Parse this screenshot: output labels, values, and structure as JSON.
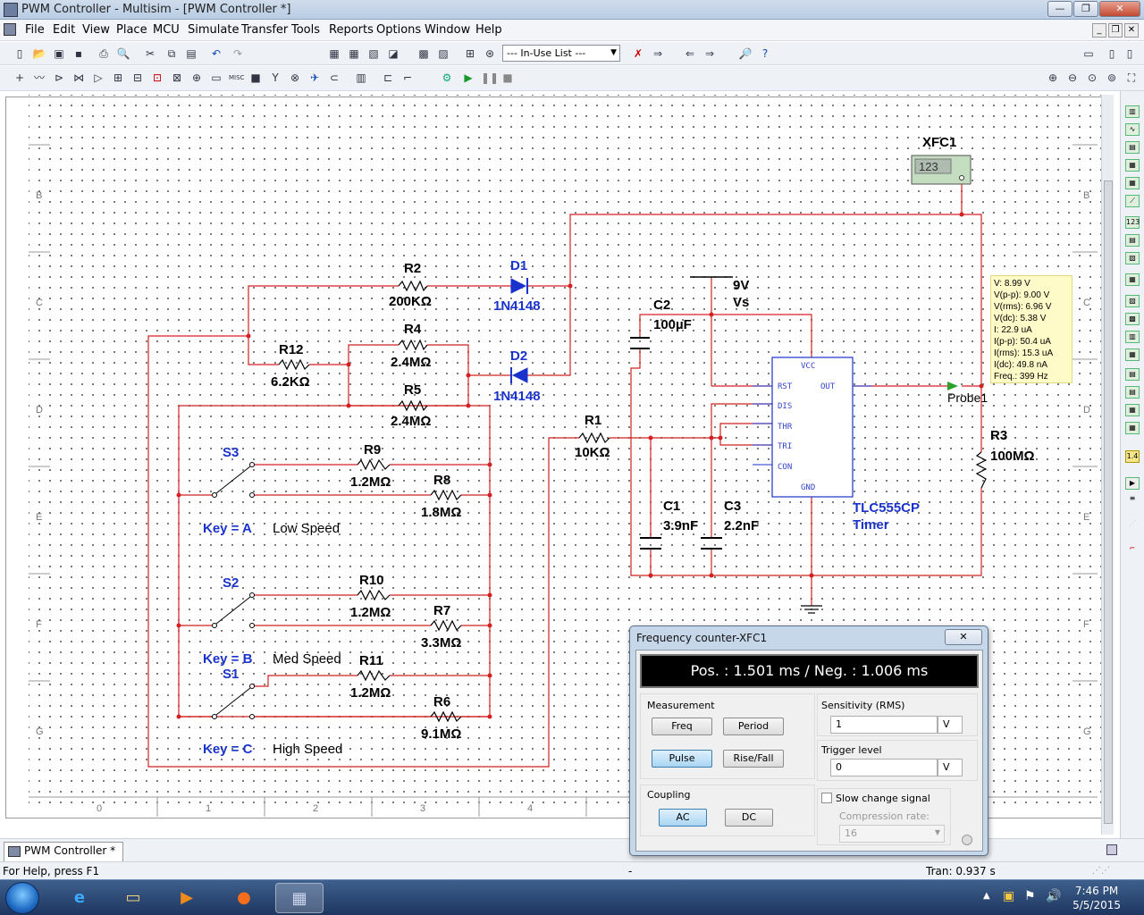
{
  "window": {
    "title": "PWM Controller - Multisim - [PWM Controller *]",
    "min": "—",
    "max": "❐",
    "close": "✕"
  },
  "menu": [
    "File",
    "Edit",
    "View",
    "Place",
    "MCU",
    "Simulate",
    "Transfer",
    "Tools",
    "Reports",
    "Options",
    "Window",
    "Help"
  ],
  "toolbar": {
    "in_use_list": "--- In-Use List ---"
  },
  "schematic": {
    "instrument": {
      "name": "XFC1",
      "display": "123"
    },
    "components": {
      "R2": {
        "ref": "R2",
        "value": "200KΩ"
      },
      "R12": {
        "ref": "R12",
        "value": "6.2KΩ"
      },
      "R4": {
        "ref": "R4",
        "value": "2.4MΩ"
      },
      "R5": {
        "ref": "R5",
        "value": "2.4MΩ"
      },
      "R9": {
        "ref": "R9",
        "value": "1.2MΩ"
      },
      "R8": {
        "ref": "R8",
        "value": "1.8MΩ"
      },
      "R10": {
        "ref": "R10",
        "value": "1.2MΩ"
      },
      "R7": {
        "ref": "R7",
        "value": "3.3MΩ"
      },
      "R11": {
        "ref": "R11",
        "value": "1.2MΩ"
      },
      "R6": {
        "ref": "R6",
        "value": "9.1MΩ"
      },
      "R1": {
        "ref": "R1",
        "value": "10KΩ"
      },
      "R3": {
        "ref": "R3",
        "value": "100MΩ"
      },
      "D1": {
        "ref": "D1",
        "value": "1N4148"
      },
      "D2": {
        "ref": "D2",
        "value": "1N4148"
      },
      "C2": {
        "ref": "C2",
        "value": "100µF"
      },
      "C1": {
        "ref": "C1",
        "value": "3.9nF"
      },
      "C3": {
        "ref": "C3",
        "value": "2.2nF"
      },
      "Vs": {
        "ref": "Vs",
        "value": "9V"
      },
      "U1": {
        "name": "TLC555CP",
        "desc": "Timer"
      },
      "S3": {
        "ref": "S3",
        "key": "Key = A",
        "desc": "Low Speed"
      },
      "S2": {
        "ref": "S2",
        "key": "Key = B",
        "desc": "Med Speed"
      },
      "S1": {
        "ref": "S1",
        "key": "Key = C",
        "desc": "High Speed"
      }
    },
    "timer_pins": {
      "vcc": "VCC",
      "rst": "RST",
      "out": "OUT",
      "dis": "DIS",
      "thr": "THR",
      "tri": "TRI",
      "con": "CON",
      "gnd": "GND"
    },
    "probe": {
      "name": "Probe1",
      "lines": [
        "V: 8.99 V",
        "V(p-p): 9.00 V",
        "V(rms): 6.96 V",
        "V(dc): 5.38 V",
        "I: 22.9 uA",
        "I(p-p): 50.4 uA",
        "I(rms): 15.3 uA",
        "I(dc): 49.8 nA",
        "Freq.: 399 Hz"
      ]
    },
    "border": {
      "rows": [
        "B",
        "C",
        "D",
        "E",
        "F",
        "G"
      ],
      "cols": [
        "0",
        "1",
        "2",
        "3",
        "4"
      ]
    }
  },
  "freq_counter": {
    "title": "Frequency counter-XFC1",
    "close": "✕",
    "display": "Pos. : 1.501 ms / Neg. : 1.006 ms",
    "measurement": {
      "label": "Measurement",
      "buttons": [
        "Freq",
        "Period",
        "Pulse",
        "Rise/Fall"
      ],
      "selected": "Pulse"
    },
    "coupling": {
      "label": "Coupling",
      "buttons": [
        "AC",
        "DC"
      ],
      "selected": "AC"
    },
    "sensitivity": {
      "label": "Sensitivity (RMS)",
      "value": "1",
      "unit": "V"
    },
    "trigger": {
      "label": "Trigger level",
      "value": "0",
      "unit": "V"
    },
    "slow_change": {
      "label": "Slow change signal",
      "checked": false
    },
    "compression": {
      "label": "Compression rate:",
      "value": "16"
    }
  },
  "tabs": {
    "doc": "PWM Controller *"
  },
  "status": {
    "help": "For Help, press F1",
    "mid": "-",
    "tran": "Tran: 0.937 s"
  },
  "taskbar": {
    "time": "7:46 PM",
    "date": "5/5/2015"
  }
}
